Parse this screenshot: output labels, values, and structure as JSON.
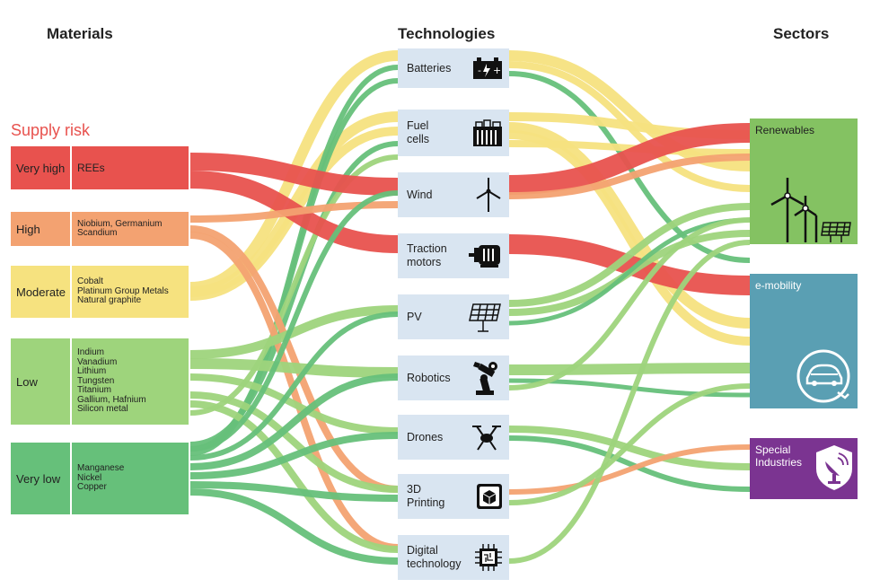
{
  "headers": {
    "materials": "Materials",
    "technologies": "Technologies",
    "sectors": "Sectors"
  },
  "supply_risk_title": "Supply risk",
  "risk_levels": [
    {
      "level": "Very high",
      "materials": [
        "REEs"
      ],
      "color": "#e8524e"
    },
    {
      "level": "High",
      "materials": [
        "Niobium, Germanium",
        "Scandium"
      ],
      "color": "#f3a271"
    },
    {
      "level": "Moderate",
      "materials": [
        "Cobalt",
        "Platinum Group Metals",
        "Natural graphite"
      ],
      "color": "#f6e27f"
    },
    {
      "level": "Low",
      "materials": [
        "Indium",
        "Vanadium",
        "Lithium",
        "Tungsten",
        "Titanium",
        "Gallium, Hafnium",
        "Silicon metal"
      ],
      "color": "#9ed47c"
    },
    {
      "level": "Very low",
      "materials": [
        "Manganese",
        "Nickel",
        "Copper"
      ],
      "color": "#66c07a"
    }
  ],
  "technologies": [
    {
      "label": "Batteries",
      "icon": "battery-icon"
    },
    {
      "label": "Fuel cells",
      "icon": "fuel-cell-icon"
    },
    {
      "label": "Wind",
      "icon": "wind-turbine-icon"
    },
    {
      "label": "Traction motors",
      "icon": "motor-icon"
    },
    {
      "label": "PV",
      "icon": "solar-panel-icon"
    },
    {
      "label": "Robotics",
      "icon": "robot-arm-icon"
    },
    {
      "label": "Drones",
      "icon": "drone-icon"
    },
    {
      "label": "3D Printing",
      "icon": "3d-printer-icon"
    },
    {
      "label": "Digital technology",
      "icon": "chip-icon"
    }
  ],
  "sectors": [
    {
      "label": "Renewables",
      "color": "#84c262",
      "icon": "wind-solar-icon"
    },
    {
      "label": "e-mobility",
      "color": "#5a9fb3",
      "icon": "electric-car-icon"
    },
    {
      "label": "Special Industries",
      "color": "#7b3491",
      "icon": "shield-satellite-icon"
    }
  ],
  "colors": {
    "very_high": "#e8524e",
    "high": "#f3a271",
    "moderate": "#f6e27f",
    "low": "#9ed47c",
    "very_low": "#66c07a",
    "tech_box": "#d9e5f1"
  }
}
